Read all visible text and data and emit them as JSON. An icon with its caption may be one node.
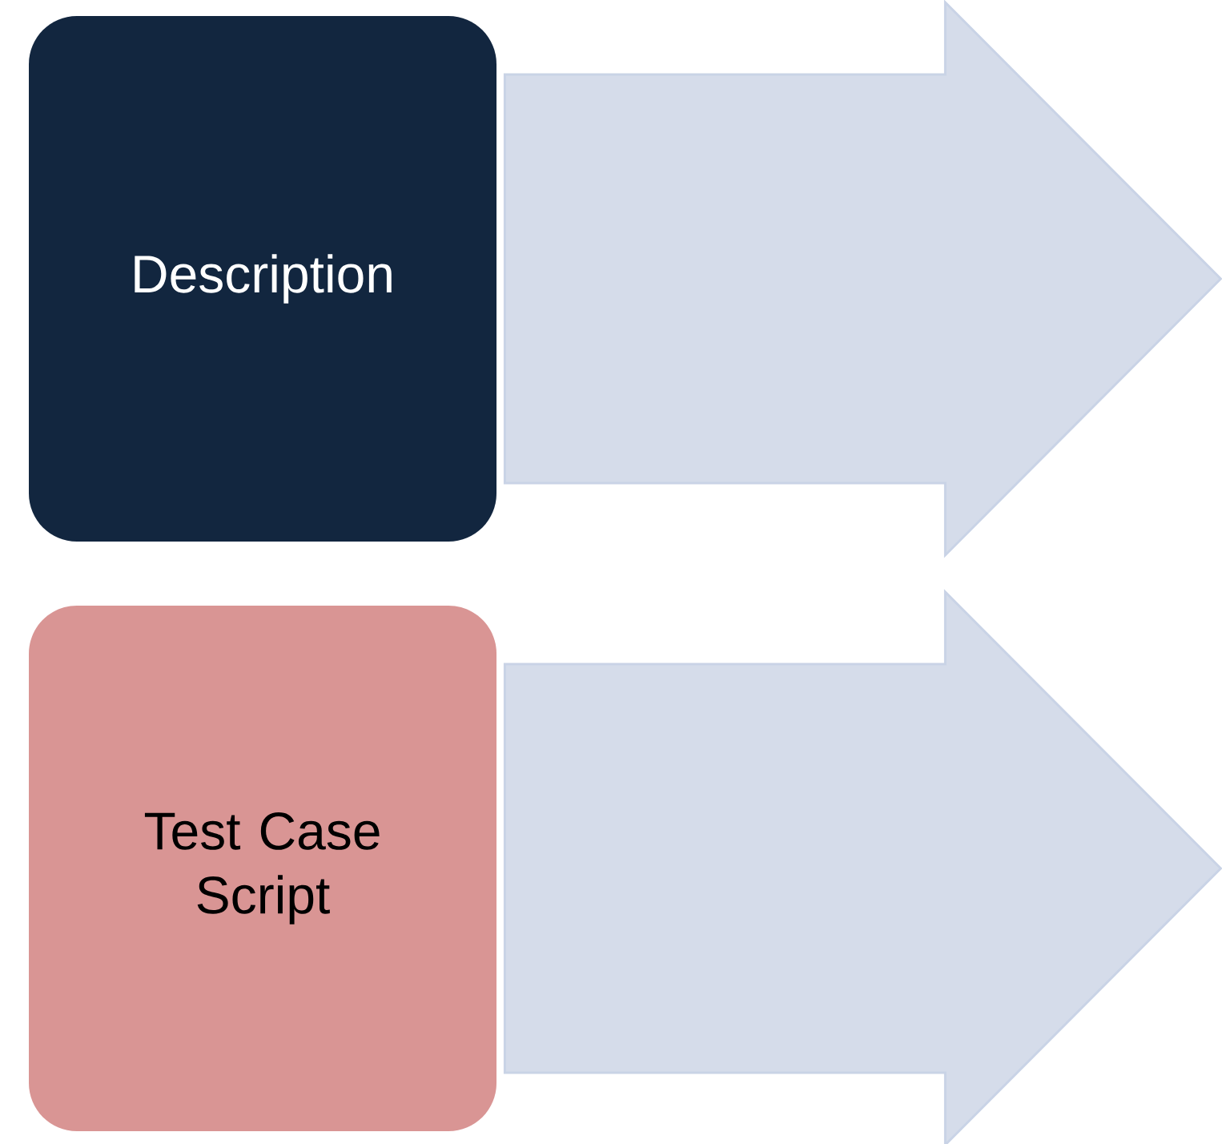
{
  "diagram": {
    "nodes": [
      {
        "text": [
          "Description"
        ]
      },
      {
        "text": [
          "Test Case Script"
        ]
      }
    ],
    "edges": [
      {
        "from": 0,
        "to": null,
        "arrow": "to"
      },
      {
        "from": 1,
        "to": null,
        "arrow": "to"
      }
    ]
  }
}
